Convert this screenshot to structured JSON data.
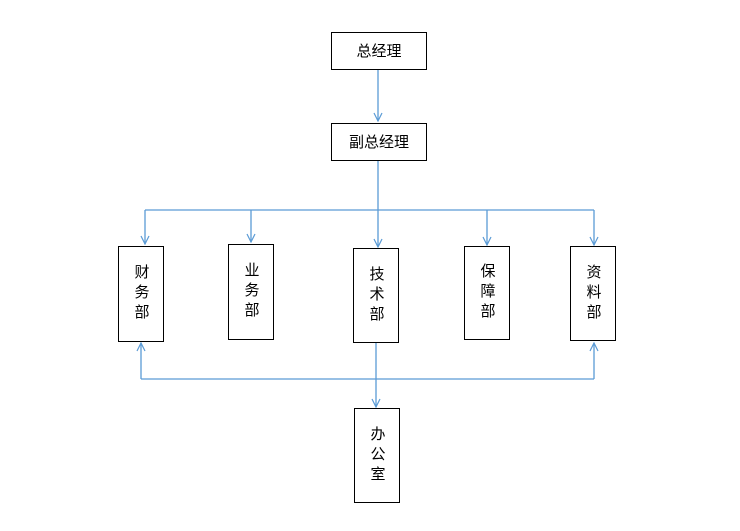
{
  "diagram": {
    "nodes": {
      "general_manager": "总经理",
      "deputy_general_manager": "副总经理",
      "finance_dept": "财务部",
      "business_dept": "业务部",
      "technology_dept": "技术部",
      "support_dept": "保障部",
      "data_dept": "资料部",
      "office": "办公室"
    },
    "colors": {
      "connector": "#5B9BD5",
      "box_border": "#000000",
      "text": "#000000"
    }
  }
}
